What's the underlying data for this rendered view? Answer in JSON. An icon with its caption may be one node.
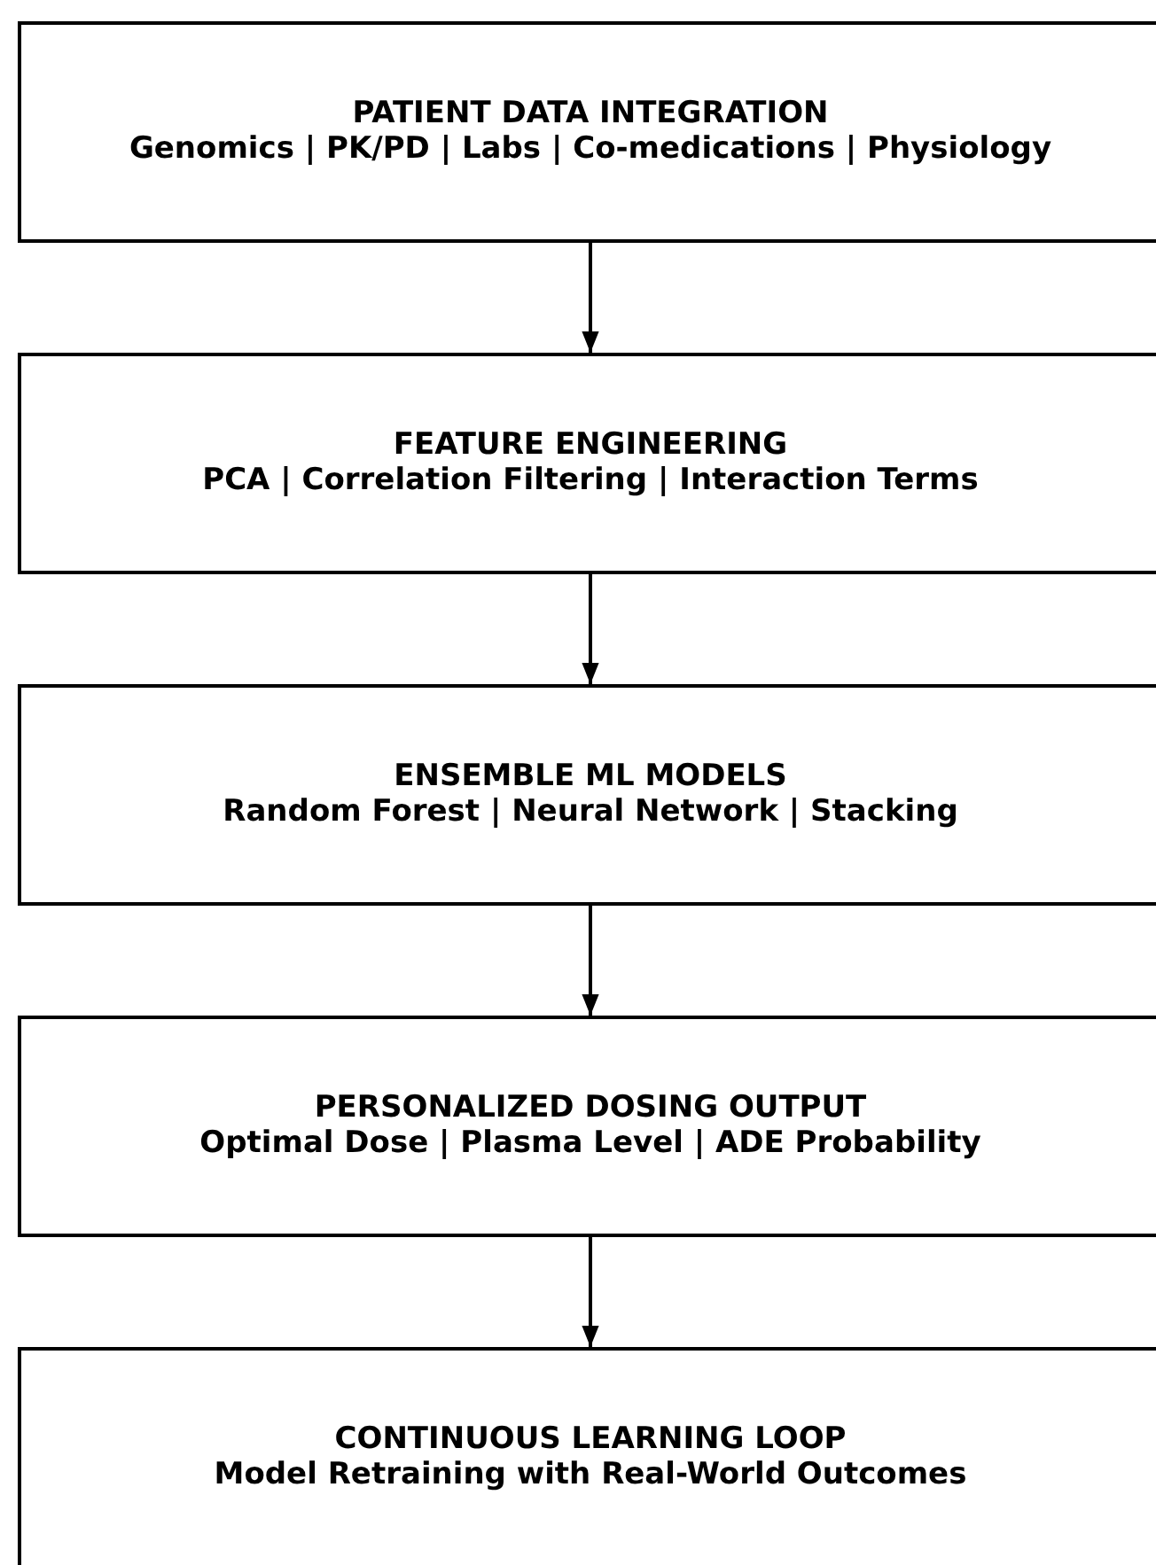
{
  "diagram": {
    "nodes": [
      {
        "text": [
          "PATIENT DATA INTEGRATION",
          "Genomics | PK/PD | Labs | Co-medications | Physiology"
        ]
      },
      {
        "text": [
          "FEATURE ENGINEERING",
          "PCA | Correlation Filtering | Interaction Terms"
        ]
      },
      {
        "text": [
          "ENSEMBLE ML MODELS",
          "Random Forest | Neural Network | Stacking"
        ]
      },
      {
        "text": [
          "PERSONALIZED DOSING OUTPUT",
          "Optimal Dose | Plasma Level | ADE Probability"
        ]
      },
      {
        "text": [
          "CONTINUOUS LEARNING LOOP",
          "Model Retraining with Real-World Outcomes"
        ]
      }
    ],
    "edges": [
      {
        "from": 0,
        "to": 1,
        "arrow": "to"
      },
      {
        "from": 1,
        "to": 2,
        "arrow": "to"
      },
      {
        "from": 2,
        "to": 3,
        "arrow": "to"
      },
      {
        "from": 3,
        "to": 4,
        "arrow": "to"
      }
    ]
  }
}
